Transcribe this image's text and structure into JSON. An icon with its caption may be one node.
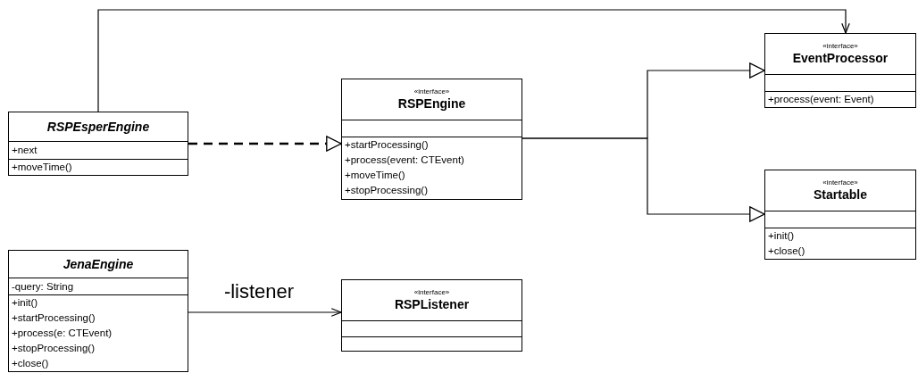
{
  "diagram": {
    "nodes": [
      {
        "text": [
          "RSPEsperEngine",
          "+next",
          "+moveTime()"
        ]
      },
      {
        "text": [
          "«interface»",
          "RSPEngine",
          "+startProcessing()",
          "+process(event: CTEvent)",
          "+moveTime()",
          "+stopProcessing()"
        ]
      },
      {
        "text": [
          "«interface»",
          "EventProcessor",
          "+process(event: Event)"
        ]
      },
      {
        "text": [
          "«interface»",
          "Startable",
          "+init()",
          "+close()"
        ]
      },
      {
        "text": [
          "JenaEngine",
          "-query: String",
          "+init()",
          "+startProcessing()",
          "+process(e: CTEvent)",
          "+stopProcessing()",
          "+close()"
        ]
      },
      {
        "text": [
          "«interface»",
          "RSPListener"
        ]
      }
    ],
    "edges": [
      {
        "from": 0,
        "to": 1,
        "arrow": "to",
        "style": "dashed"
      },
      {
        "from": 1,
        "to": 2,
        "arrow": "to"
      },
      {
        "from": 1,
        "to": 3,
        "arrow": "to"
      },
      {
        "from": 0,
        "to": 2,
        "arrow": "to"
      },
      {
        "from": 4,
        "to": 5,
        "arrow": "to",
        "label": "-listener"
      }
    ]
  }
}
